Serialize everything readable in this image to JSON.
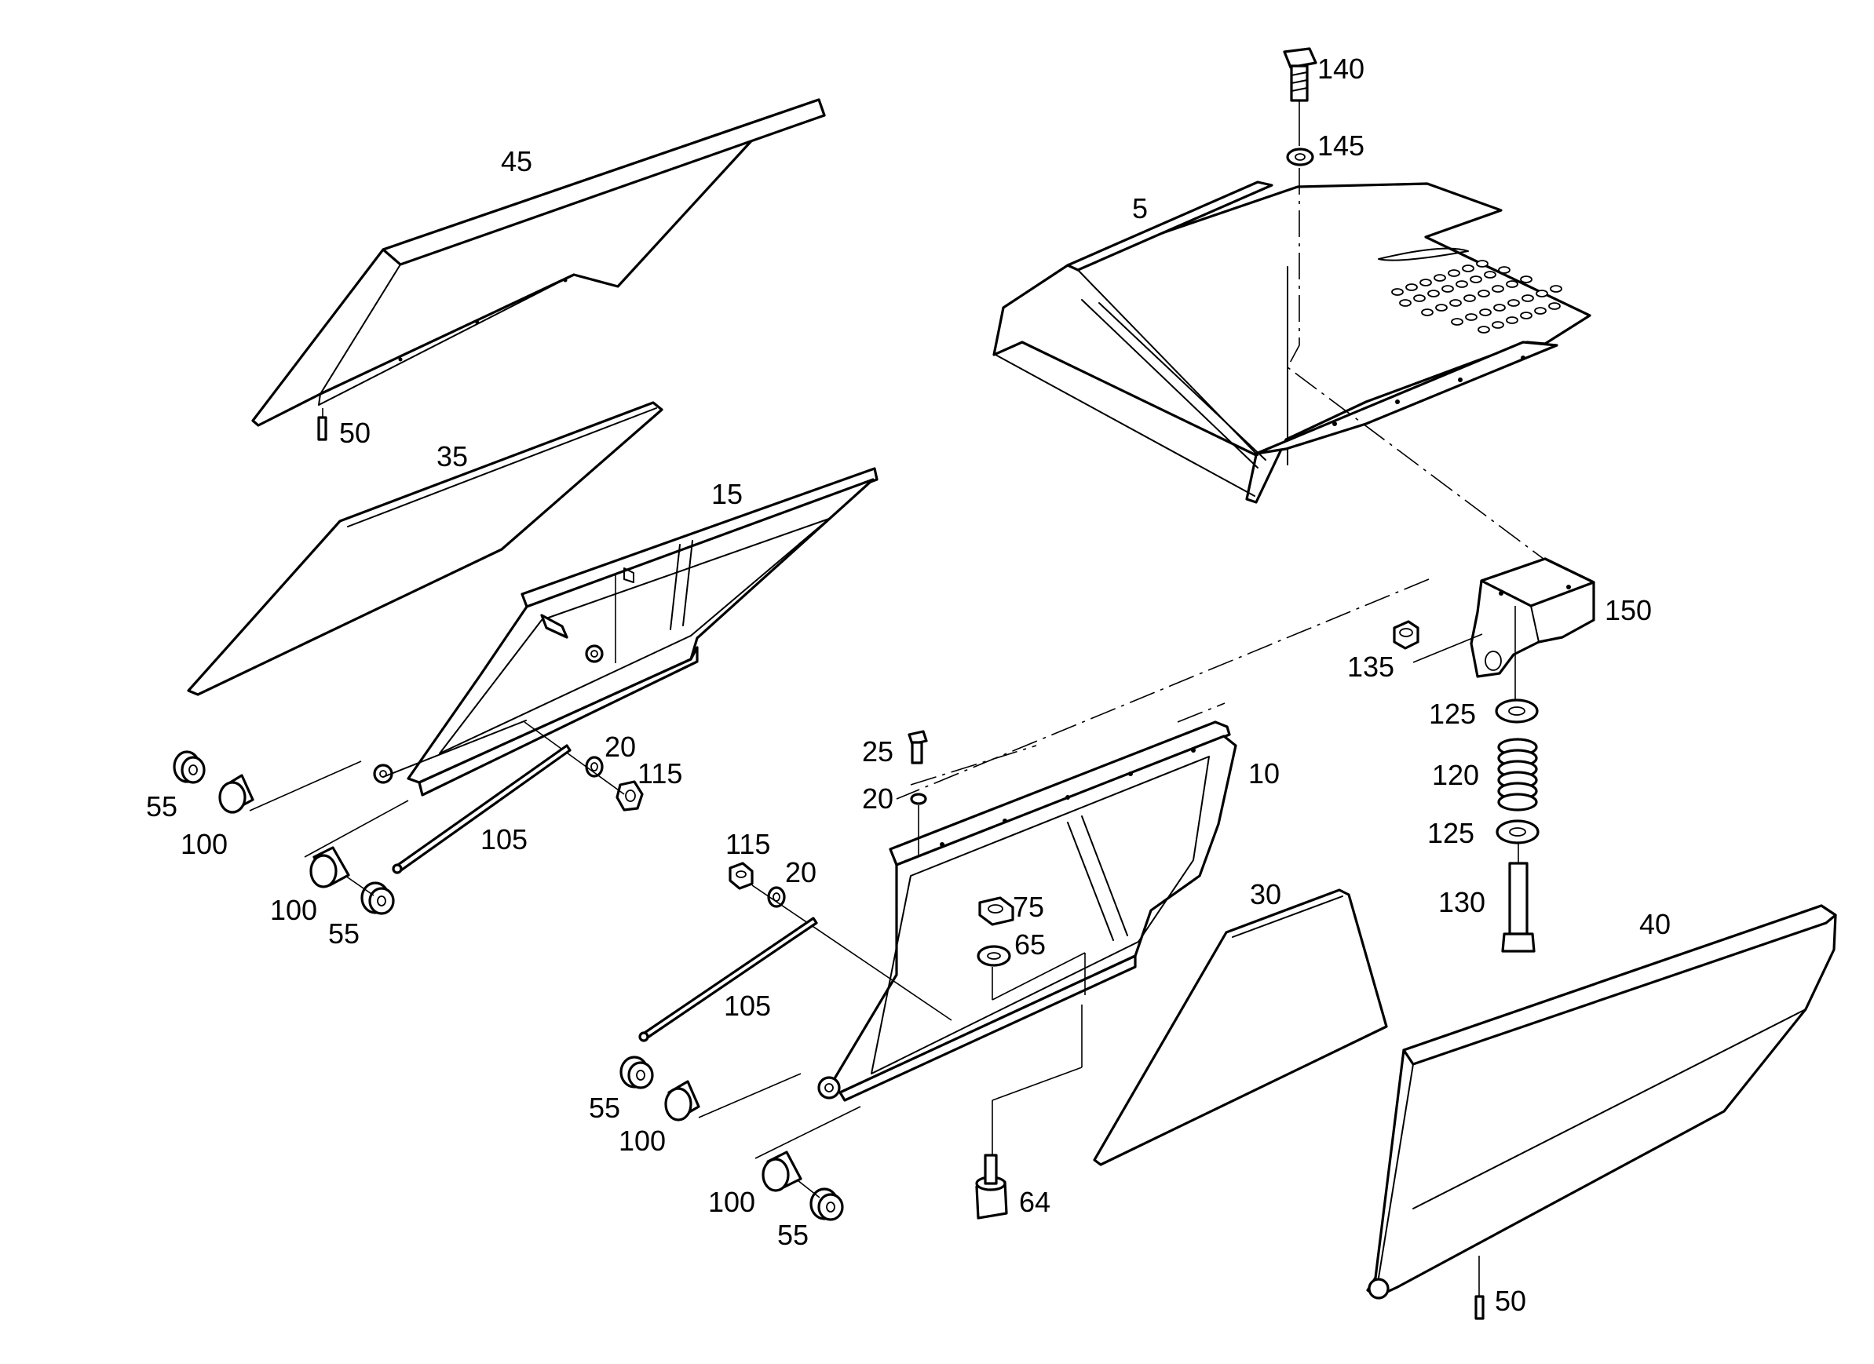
{
  "callouts": {
    "c140": "140",
    "c145": "145",
    "c5": "5",
    "c45": "45",
    "c50_top": "50",
    "c35": "35",
    "c15": "15",
    "c150": "150",
    "c135": "135",
    "c125_top": "125",
    "c120": "120",
    "c125_bottom": "125",
    "c130": "130",
    "c20_left": "20",
    "c115_left": "115",
    "c55_a": "55",
    "c100_a": "100",
    "c105_upper": "105",
    "c100_b": "100",
    "c55_b": "55",
    "c25": "25",
    "c20_mid": "20",
    "c10": "10",
    "c115_mid": "115",
    "c20_mid2": "20",
    "c75": "75",
    "c65": "65",
    "c30": "30",
    "c40": "40",
    "c105_lower": "105",
    "c55_c": "55",
    "c100_c": "100",
    "c100_d": "100",
    "c55_d": "55",
    "c64": "64",
    "c50_bottom": "50"
  }
}
